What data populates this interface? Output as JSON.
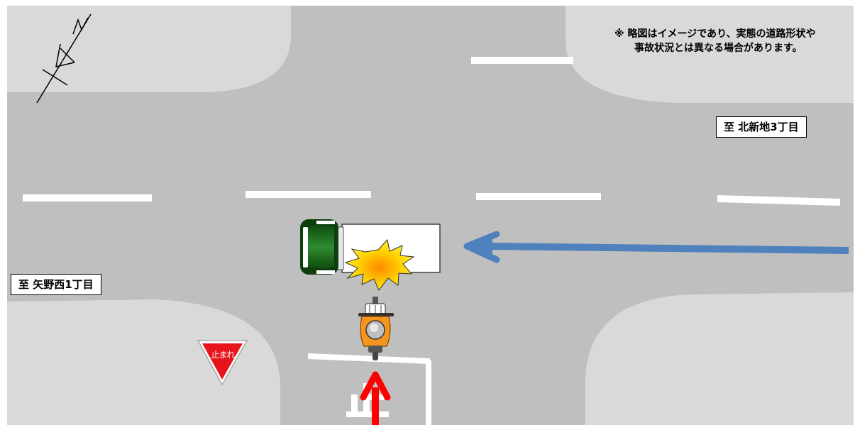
{
  "note": {
    "line1": "※ 略図はイメージであり、実態の道路形状や",
    "line2": "事故状況とは異なる場合があります。"
  },
  "destinations": {
    "east": "至 北新地3丁目",
    "west": "至 矢野西1丁目"
  },
  "stop_sign": {
    "text": "止まれ",
    "color": "#e8141c"
  },
  "road_marking": {
    "text": "止"
  },
  "compass": {
    "letter": "N"
  },
  "colors": {
    "road": "#bfbfbf",
    "sidewalk": "#d9d9d9",
    "truck_arrow": "#4f81bd",
    "bike_arrow": "#ff0000",
    "truck_cab": "#1e6b1e",
    "rider": "#f7941d",
    "impact": "#ffde00"
  },
  "icons": [
    "compass-icon",
    "truck-icon",
    "motorcycle-icon",
    "impact-icon",
    "stop-sign-icon"
  ]
}
